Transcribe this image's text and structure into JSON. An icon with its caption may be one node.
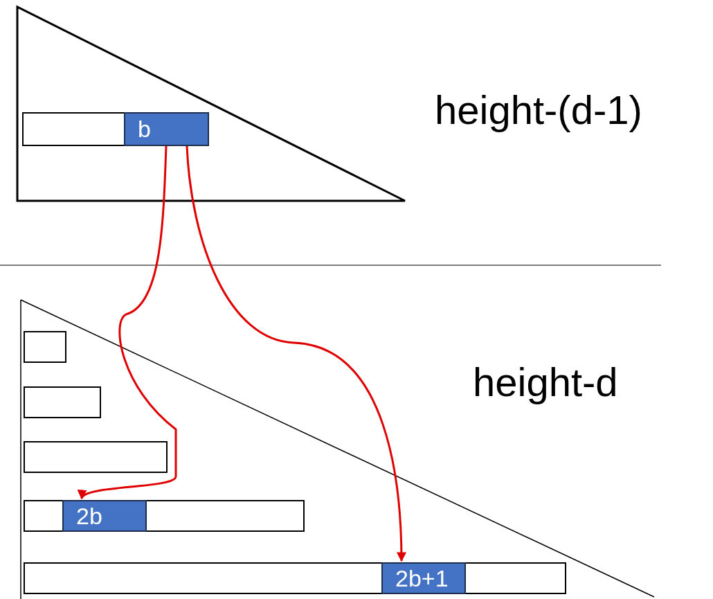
{
  "diagram": {
    "nodes": [
      {
        "text": [],
        "shape": "bar"
      },
      {
        "text": [
          "b"
        ],
        "in": 0
      },
      {
        "text": [],
        "shape": "bar"
      },
      {
        "text": [],
        "shape": "bar"
      },
      {
        "text": [],
        "shape": "bar"
      },
      {
        "text": [],
        "shape": "bar"
      },
      {
        "text": [
          "2b"
        ],
        "in": 5
      },
      {
        "text": [],
        "shape": "bar"
      },
      {
        "text": [
          "2b+1"
        ],
        "in": 7
      }
    ],
    "edges": [
      {
        "from": 1,
        "to": 6,
        "arrow": "to"
      },
      {
        "from": 1,
        "to": 8,
        "arrow": "to"
      }
    ],
    "labels": [
      "height-(d-1)",
      "height-d"
    ]
  }
}
